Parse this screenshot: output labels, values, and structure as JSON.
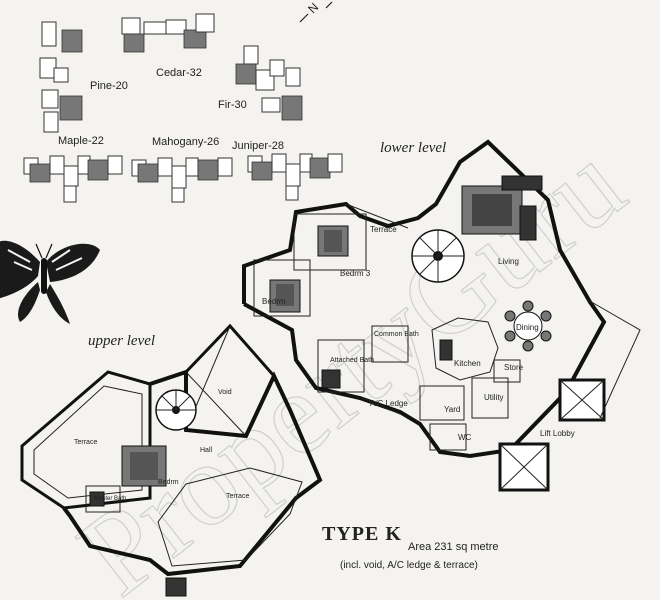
{
  "key_plan": {
    "buildings": [
      {
        "id": "pine",
        "label": "Pine-20"
      },
      {
        "id": "cedar",
        "label": "Cedar-32"
      },
      {
        "id": "fir",
        "label": "Fir-30"
      },
      {
        "id": "maple",
        "label": "Maple-22"
      },
      {
        "id": "mahogany",
        "label": "Mahogany-26"
      },
      {
        "id": "juniper",
        "label": "Juniper-28"
      }
    ],
    "north_marker": "N"
  },
  "levels": {
    "lower": "lower level",
    "upper": "upper level"
  },
  "rooms": {
    "terrace_lower": "Terrace",
    "bedrm3": "Bedrm 3",
    "bedrm2": "Bedrm",
    "living": "Living",
    "dining": "Dining",
    "common_bath": "Common Bath",
    "attached_bath": "Attached Bath",
    "kitchen": "Kitchen",
    "store": "Store",
    "utility": "Utility",
    "yard": "Yard",
    "wc": "WC",
    "ac_ledge": "A/C Ledge",
    "lift_lobby": "Lift Lobby",
    "void": "Void",
    "hall": "Hall",
    "terrace_upper_left": "Terrace",
    "terrace_upper": "Terrace",
    "master_bedrm": "Bedrm",
    "master_bath": "Master Bath"
  },
  "type_block": {
    "title": "TYPE K",
    "area": "Area 231 sq metre",
    "note": "(incl. void, A/C ledge & terrace)"
  },
  "watermark": "PropertyGuru"
}
